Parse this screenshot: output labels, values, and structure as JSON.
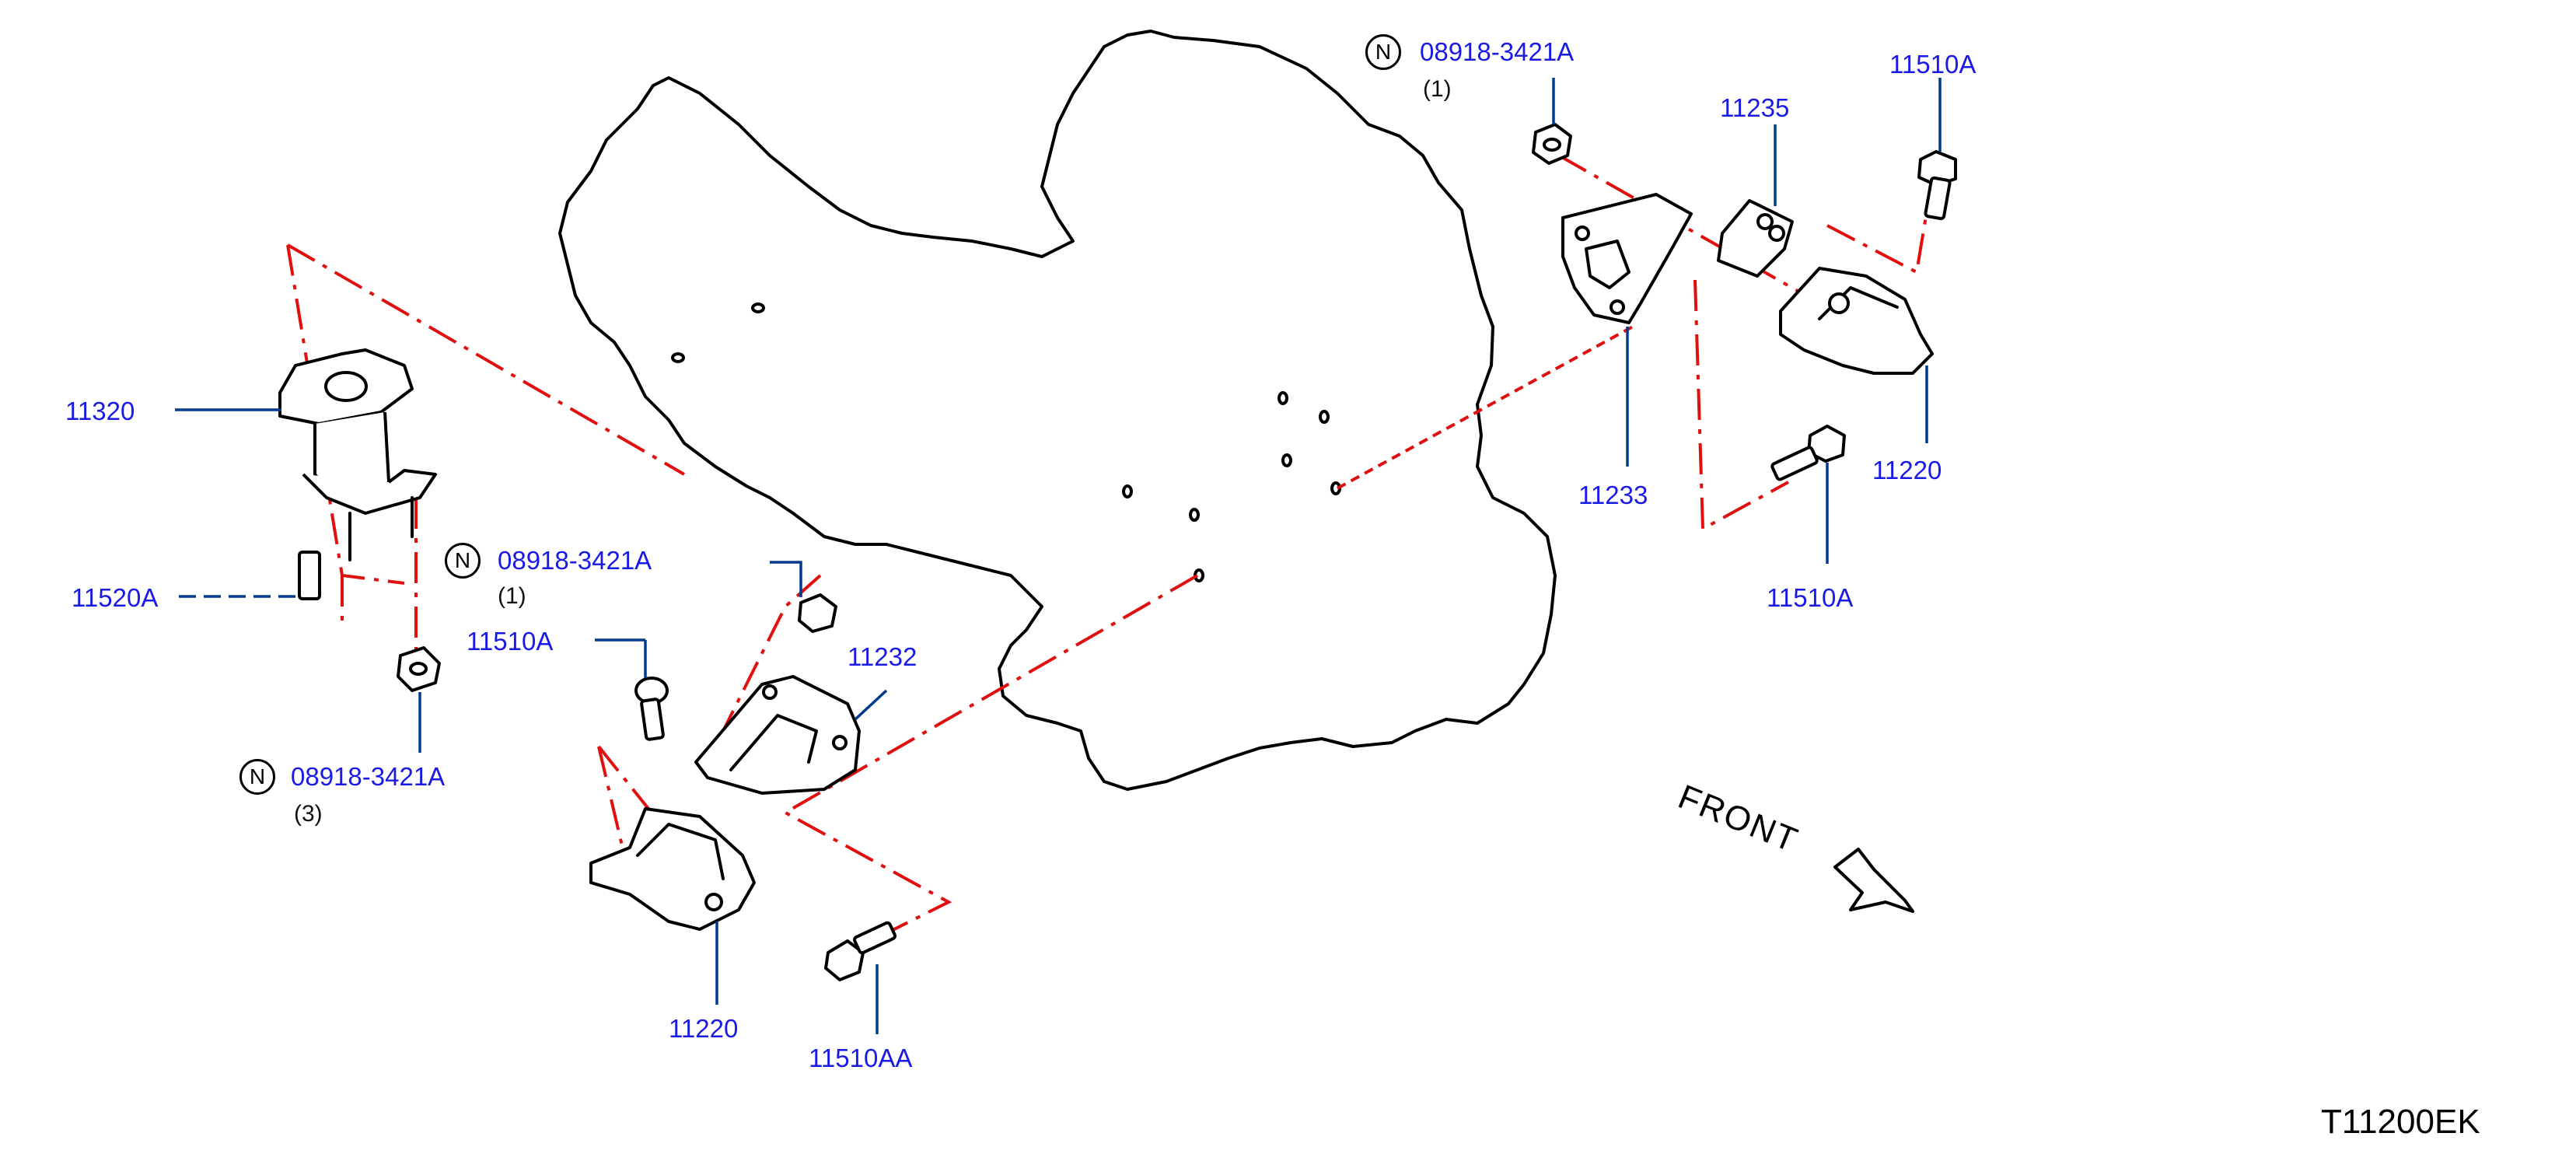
{
  "diagram_code": "T11200EK",
  "direction_label": "FRONT",
  "callouts": {
    "nut_top": {
      "symbol": "N",
      "part": "08918-3421A",
      "qty": "(1)"
    },
    "nut_mid": {
      "symbol": "N",
      "part": "08918-3421A",
      "qty": "(1)"
    },
    "nut_left": {
      "symbol": "N",
      "part": "08918-3421A",
      "qty": "(3)"
    },
    "p11510A_top": "11510A",
    "p11235": "11235",
    "p11233": "11233",
    "p11220_right": "11220",
    "p11510A_right": "11510A",
    "p11320": "11320",
    "p11520A": "11520A",
    "p11510A_mid": "11510A",
    "p11232": "11232",
    "p11220_bottom": "11220",
    "p11510AA": "11510AA"
  },
  "colors": {
    "leader": "#003a8c",
    "label_text": "#1a1ae6",
    "phantom_line": "#e01010",
    "outline": "#000000"
  }
}
